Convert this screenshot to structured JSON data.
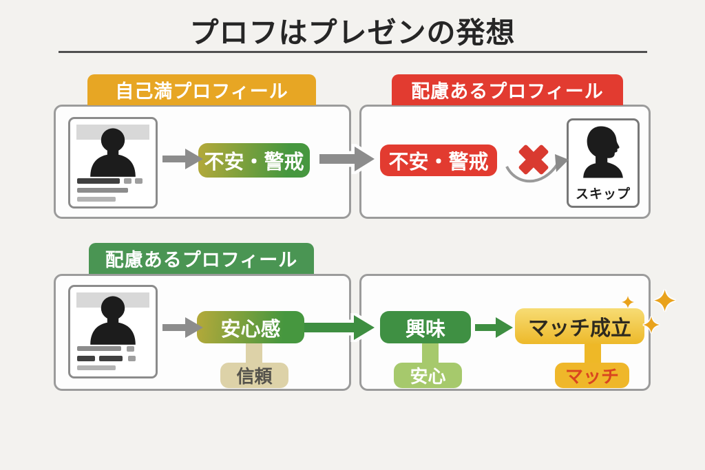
{
  "title": "プロフはプレゼンの発想",
  "flow_top": {
    "left_label": "自己満プロフィール",
    "left_emotion": "不安・警戒",
    "right_label": "配慮あるプロフィール",
    "right_emotion": "不安・警戒",
    "skip_label": "スキップ"
  },
  "flow_bottom": {
    "left_label": "配慮あるプロフィール",
    "emotion": "安心感",
    "emotion_tag": "信頼",
    "interest": "興味",
    "interest_tag": "安心",
    "outcome": "マッチ成立",
    "outcome_tag": "マッチ"
  },
  "icons": {
    "person-front-icon": "black head-and-shoulders silhouette, front view",
    "person-side-icon": "black head-and-shoulders silhouette, side profile",
    "arrow-right-icon": "block arrow pointing right",
    "x-mark-icon": "red rejection cross",
    "swoosh-arrow-icon": "curved gray skip arrow",
    "sparkles-icon": "three gold four-point sparkle stars"
  },
  "colors": {
    "background": "#f3f2ef",
    "panel_border": "#9b9b9b",
    "title_text": "#262626",
    "gold_label": "#e7a624",
    "red_label": "#e23b30",
    "green_label": "#4a9553",
    "emotion_gradient_left": "#b4a93a",
    "emotion_gradient_right": "#46973f",
    "interest_green": "#3f9043",
    "arrow_gray": "#8c8c8c",
    "arrow_green": "#3e8e41",
    "match_gradient_top": "#f7dc74",
    "match_gradient_bottom": "#edb92a",
    "trust_beige": "#ddd2a8",
    "relief_green": "#a6c96c",
    "match_tag_gold": "#efb72a",
    "match_tag_text": "#d9451f",
    "x_red": "#d93a30"
  }
}
